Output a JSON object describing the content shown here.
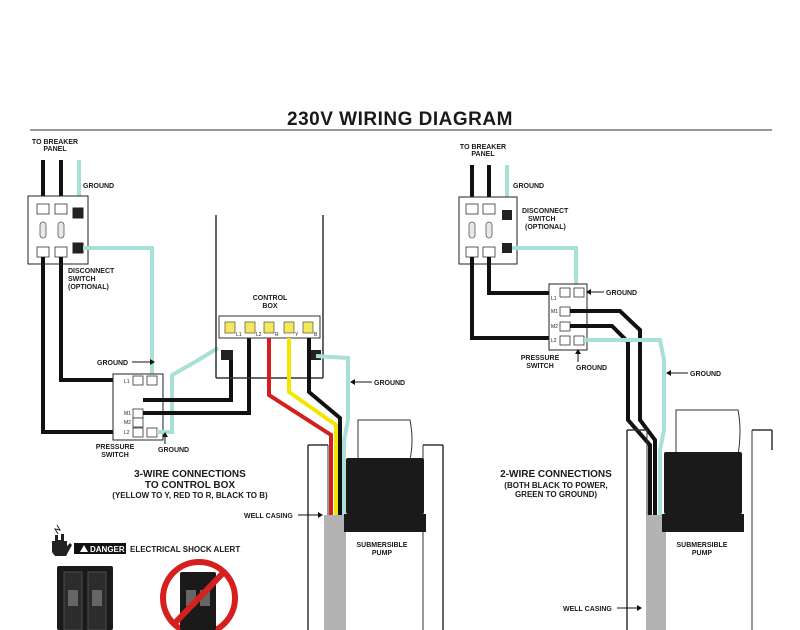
{
  "title": "230V WIRING DIAGRAM",
  "left": {
    "breaker_label": [
      "TO BREAKER",
      "PANEL"
    ],
    "ground_top": "GROUND",
    "disconnect_label": [
      "DISCONNECT",
      "SWITCH",
      "(OPTIONAL)"
    ],
    "control_box_label": [
      "CONTROL",
      "BOX"
    ],
    "ground_ps": "GROUND",
    "ground_right": "GROUND",
    "ground_bottom": "GROUND",
    "pressure_switch_label": [
      "PRESSURE",
      "SWITCH"
    ],
    "ps_terminals": [
      "L1",
      "M1",
      "M2",
      "L2"
    ],
    "cb_terminals": [
      "L1",
      "L2",
      "R",
      "Y",
      "B"
    ],
    "caption": [
      "3-WIRE CONNECTIONS",
      "TO CONTROL BOX"
    ],
    "caption_sub": "(YELLOW TO Y, RED TO R, BLACK TO B)",
    "well_casing": "WELL CASING",
    "pump_label": [
      "SUBMERSIBLE",
      "PUMP"
    ]
  },
  "right": {
    "breaker_label": [
      "TO BREAKER",
      "PANEL"
    ],
    "ground_top": "GROUND",
    "disconnect_label": [
      "DISCONNECT",
      "SWITCH",
      "(OPTIONAL)"
    ],
    "ground_ps": "GROUND",
    "ground_below_ps": "GROUND",
    "ground_right": "GROUND",
    "pressure_switch_label": [
      "PRESSURE",
      "SWITCH"
    ],
    "ps_terminals": [
      "L1",
      "M1",
      "M2",
      "L2"
    ],
    "caption": "2-WIRE CONNECTIONS",
    "caption_sub": [
      "(BOTH BLACK TO POWER,",
      "GREEN TO GROUND)"
    ],
    "well_casing": "WELL CASING",
    "pump_label": [
      "SUBMERSIBLE",
      "PUMP"
    ]
  },
  "danger": {
    "badge": "DANGER",
    "text": "ELECTRICAL SHOCK ALERT"
  },
  "colors": {
    "black_wire": "#111111",
    "ground_wire": "#a8e0d6",
    "red_wire": "#d21f1f",
    "yellow_wire": "#f2e600",
    "casing": "#b3b3b3",
    "no_symbol": "#d62020"
  }
}
